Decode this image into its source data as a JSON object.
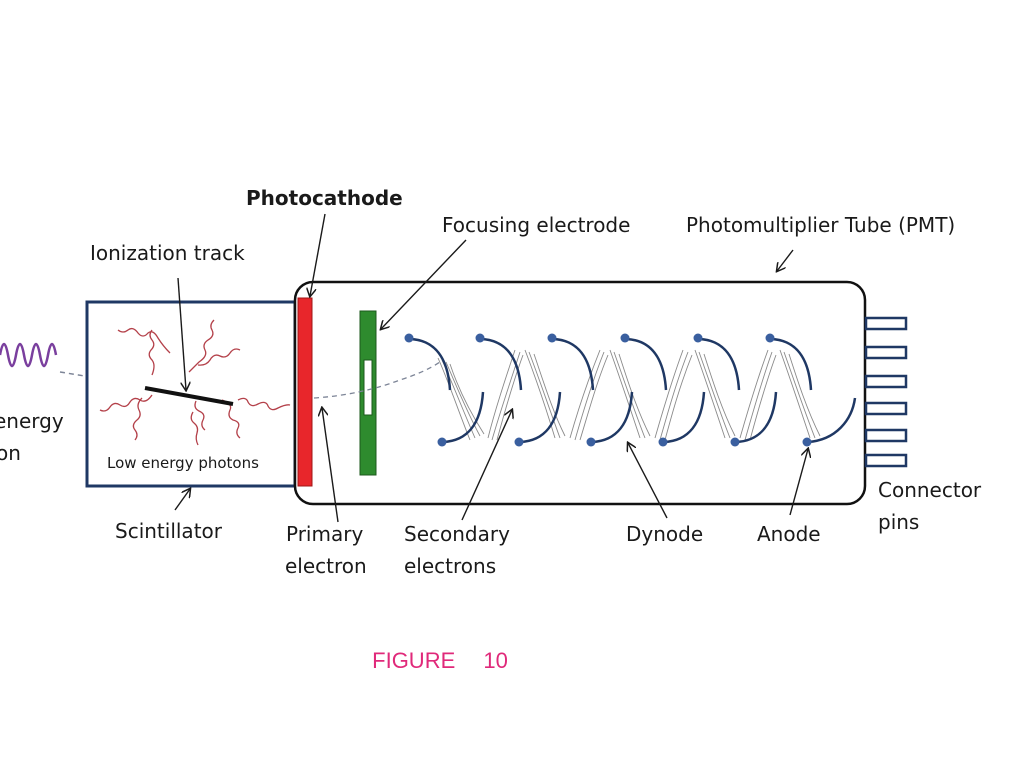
{
  "labels": {
    "photocathode": "Photocathode",
    "focusing_electrode": "Focusing electrode",
    "pmt": "Photomultiplier Tube (PMT)",
    "ionization_track": "Ionization track",
    "incident_line1": "energy",
    "incident_line2": "on",
    "low_energy_photons": "Low energy photons",
    "scintillator": "Scintillator",
    "primary_line1": "Primary",
    "primary_line2": "electron",
    "secondary_line1": "Secondary",
    "secondary_line2": "electrons",
    "dynode": "Dynode",
    "anode": "Anode",
    "connector_line1": "Connector",
    "connector_line2": "pins"
  },
  "caption": "FIGURE 10",
  "colors": {
    "photocathode": "#e8262b",
    "focusing_electrode": "#2e8b2e",
    "dynode": "#1f3864",
    "dynode_dot": "#3a5f9f",
    "scintillation_wave": "#b4414a",
    "gamma_wave": "#7a3f9e",
    "caption": "#e0297a"
  }
}
